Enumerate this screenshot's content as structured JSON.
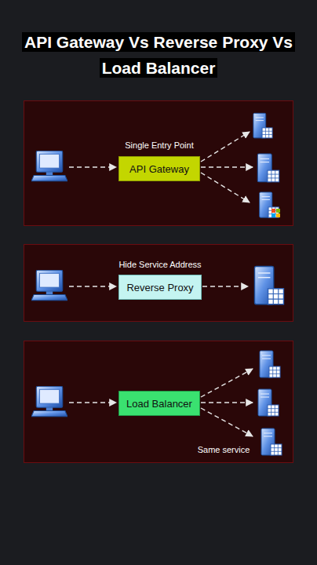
{
  "diagram": {
    "title": "API Gateway Vs Reverse Proxy Vs Load Balancer",
    "nodes": [
      {
        "text": [
          "Single Entry Point"
        ]
      },
      {
        "text": [
          "API Gateway"
        ],
        "in": 0
      },
      {
        "text": [
          "Hide Service Address"
        ]
      },
      {
        "text": [
          "Reverse Proxy"
        ],
        "in": 2
      },
      {
        "text": [
          "Same service"
        ]
      },
      {
        "text": [
          "Load Balancer"
        ],
        "in": 4
      }
    ]
  }
}
